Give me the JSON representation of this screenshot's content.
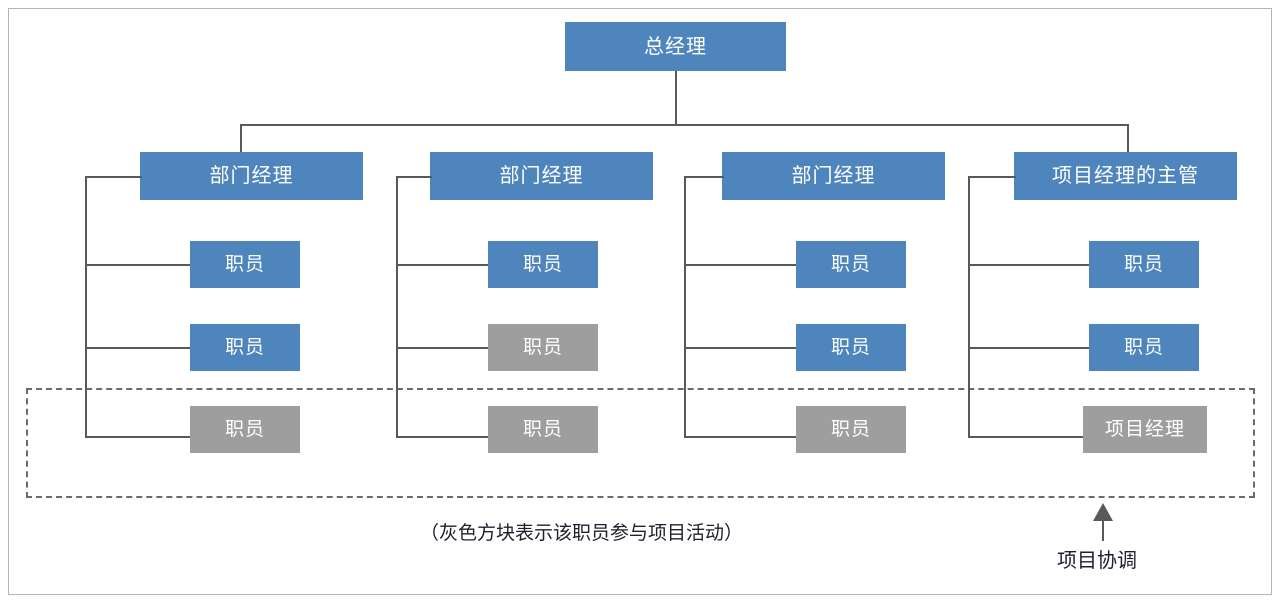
{
  "diagram": {
    "type": "organization-chart",
    "title_node": {
      "label": "总经理",
      "color": "#4f85bd"
    },
    "colors": {
      "blue": "#4f85bd",
      "gray": "#9e9e9e",
      "connector": "#595959",
      "frame": "#b5b5b5",
      "dashed_border": "#6b6b6b",
      "node_text": "#ffffff",
      "caption_text": "#1f1f2e"
    },
    "columns": [
      {
        "head": {
          "label": "部门经理",
          "color": "#4f85bd"
        },
        "members": [
          {
            "label": "职员",
            "color": "#4f85bd",
            "in_project": false
          },
          {
            "label": "职员",
            "color": "#4f85bd",
            "in_project": false
          },
          {
            "label": "职员",
            "color": "#9e9e9e",
            "in_project": true
          }
        ]
      },
      {
        "head": {
          "label": "部门经理",
          "color": "#4f85bd"
        },
        "members": [
          {
            "label": "职员",
            "color": "#4f85bd",
            "in_project": false
          },
          {
            "label": "职员",
            "color": "#9e9e9e",
            "in_project": true
          },
          {
            "label": "职员",
            "color": "#9e9e9e",
            "in_project": true
          }
        ]
      },
      {
        "head": {
          "label": "部门经理",
          "color": "#4f85bd"
        },
        "members": [
          {
            "label": "职员",
            "color": "#4f85bd",
            "in_project": false
          },
          {
            "label": "职员",
            "color": "#4f85bd",
            "in_project": false
          },
          {
            "label": "职员",
            "color": "#9e9e9e",
            "in_project": true
          }
        ]
      },
      {
        "head": {
          "label": "项目经理的主管",
          "color": "#4f85bd"
        },
        "members": [
          {
            "label": "职员",
            "color": "#4f85bd",
            "in_project": false
          },
          {
            "label": "职员",
            "color": "#4f85bd",
            "in_project": false
          },
          {
            "label": "项目经理",
            "color": "#9e9e9e",
            "in_project": true
          }
        ]
      }
    ],
    "legend_caption": "（灰色方块表示该职员参与项目活动）",
    "coordination_label": "项目协调"
  }
}
